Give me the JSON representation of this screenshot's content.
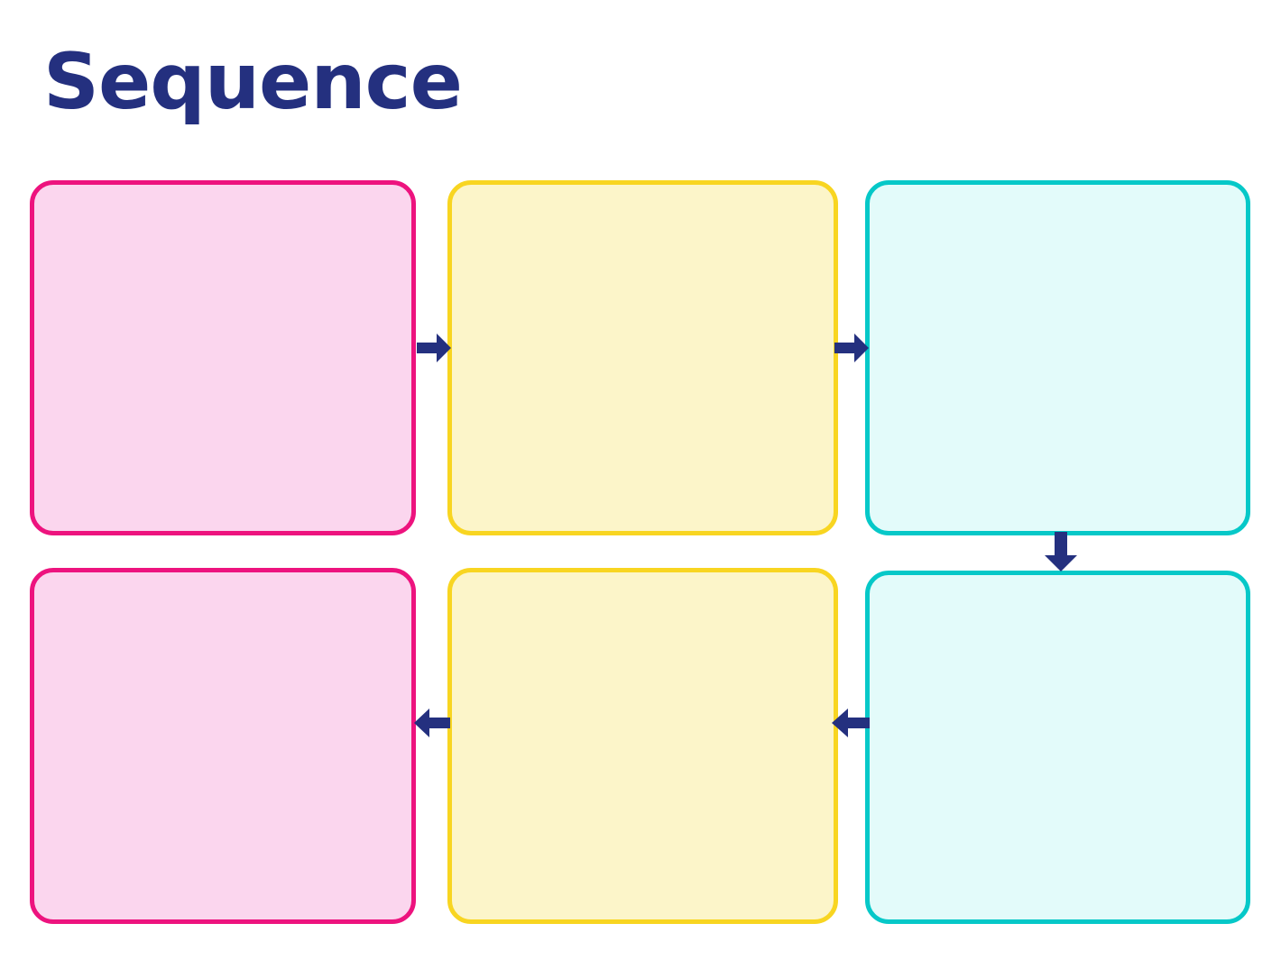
{
  "page": {
    "title": "Sequence",
    "background_color": "#FFFFFF",
    "title_color": "#24307F"
  },
  "palette": {
    "navy": "#24307F",
    "pink_border": "#ED137E",
    "pink_fill": "#FBD6EE",
    "yellow_border": "#F8D521",
    "yellow_fill": "#FCF5C9",
    "cyan_border": "#06C8C8",
    "cyan_fill": "#E3FBFA"
  },
  "diagram": {
    "type": "sequence-flow",
    "rows": 2,
    "columns": 3,
    "boxes": [
      {
        "id": "box-1",
        "label": "",
        "color": "pink",
        "row": 1,
        "column": 1
      },
      {
        "id": "box-2",
        "label": "",
        "color": "yellow",
        "row": 1,
        "column": 2
      },
      {
        "id": "box-3",
        "label": "",
        "color": "cyan",
        "row": 1,
        "column": 3
      },
      {
        "id": "box-4",
        "label": "",
        "color": "pink",
        "row": 2,
        "column": 1
      },
      {
        "id": "box-5",
        "label": "",
        "color": "yellow",
        "row": 2,
        "column": 2
      },
      {
        "id": "box-6",
        "label": "",
        "color": "cyan",
        "row": 2,
        "column": 3
      }
    ],
    "arrows": [
      {
        "id": "arrow-1",
        "direction": "right",
        "from": "box-1",
        "to": "box-2",
        "color": "#24307F"
      },
      {
        "id": "arrow-2",
        "direction": "right",
        "from": "box-2",
        "to": "box-3",
        "color": "#24307F"
      },
      {
        "id": "arrow-3",
        "direction": "down",
        "from": "box-3",
        "to": "box-6",
        "color": "#24307F"
      },
      {
        "id": "arrow-4",
        "direction": "left",
        "from": "box-5",
        "to": "box-4",
        "color": "#24307F"
      },
      {
        "id": "arrow-5",
        "direction": "left",
        "from": "box-6",
        "to": "box-5",
        "color": "#24307F"
      }
    ]
  }
}
